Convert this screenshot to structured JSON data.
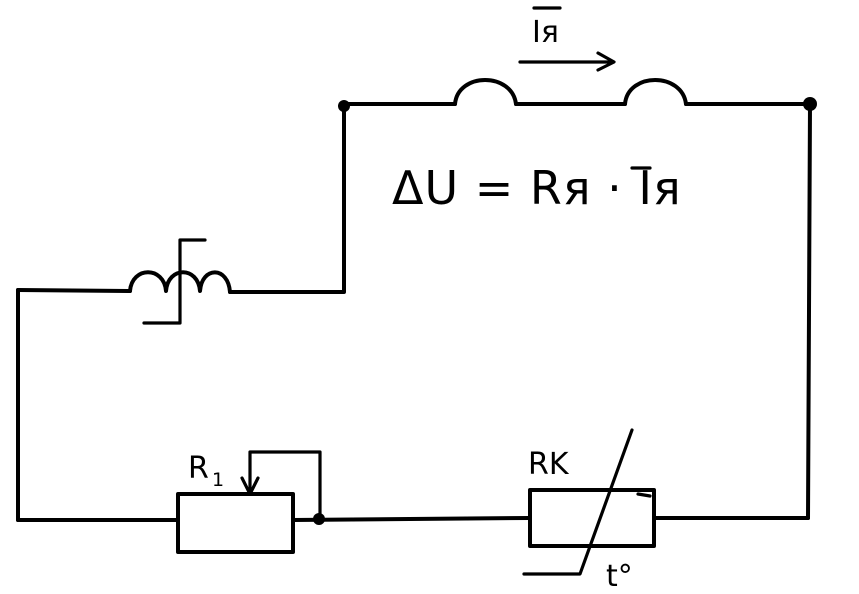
{
  "labels": {
    "current": "Iя",
    "formula": "ΔU = Rя · Iя",
    "r1": "R",
    "r1_sub": "1",
    "rk": "RK",
    "temp": "t°"
  },
  "colors": {
    "ink": "#000000",
    "paper": "#ffffff"
  }
}
